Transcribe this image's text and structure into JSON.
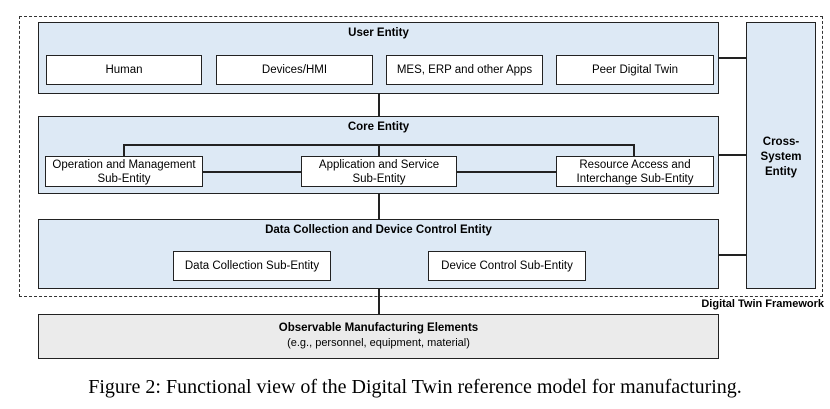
{
  "user_entity": {
    "title": "User Entity",
    "items": [
      "Human",
      "Devices/HMI",
      "MES, ERP and other Apps",
      "Peer Digital Twin"
    ]
  },
  "core_entity": {
    "title": "Core Entity",
    "items": [
      {
        "line1": "Operation and Management",
        "line2": "Sub-Entity"
      },
      {
        "line1": "Application and Service",
        "line2": "Sub-Entity"
      },
      {
        "line1": "Resource Access and",
        "line2": "Interchange Sub-Entity"
      }
    ]
  },
  "data_entity": {
    "title": "Data Collection and Device Control Entity",
    "items": [
      "Data Collection Sub-Entity",
      "Device Control Sub-Entity"
    ]
  },
  "cross_system": {
    "line1": "Cross-",
    "line2": "System",
    "line3": "Entity"
  },
  "framework_label": "Digital Twin Framework",
  "observable": {
    "title": "Observable Manufacturing Elements",
    "subtitle": "(e.g., personnel, equipment, material)"
  },
  "caption": "Figure 2: Functional view of the Digital Twin reference model for manufacturing."
}
